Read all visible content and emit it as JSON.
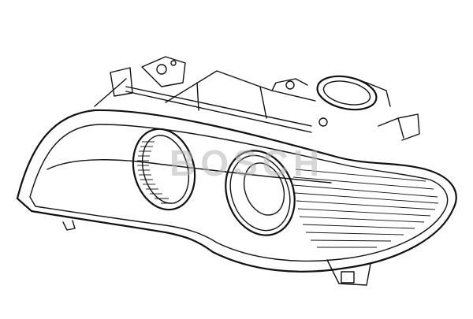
{
  "figure": {
    "subject": "headlight-assembly",
    "style": "line-drawing",
    "watermark": "BOSCH"
  },
  "colors": {
    "background": "#ffffff",
    "line": "#111111",
    "watermark": "#b8b8b8"
  }
}
